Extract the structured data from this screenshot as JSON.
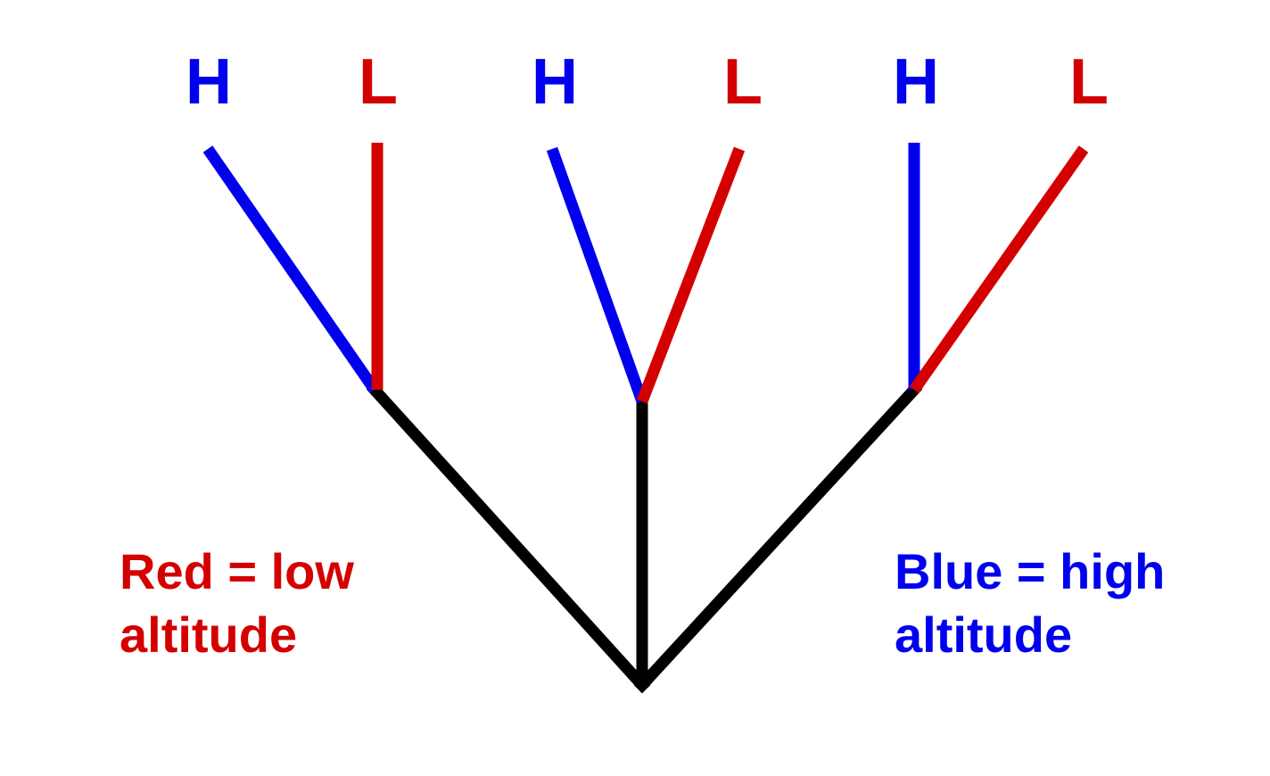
{
  "colors": {
    "high": "#0000ee",
    "low": "#d40000",
    "stem": "#000000",
    "background": "#ffffff"
  },
  "tips": [
    {
      "label": "H",
      "state": "high"
    },
    {
      "label": "L",
      "state": "low"
    },
    {
      "label": "H",
      "state": "high"
    },
    {
      "label": "L",
      "state": "low"
    },
    {
      "label": "H",
      "state": "high"
    },
    {
      "label": "L",
      "state": "low"
    }
  ],
  "legend": {
    "red": {
      "line1": "Red = low",
      "line2": "altitude"
    },
    "blue": {
      "line1": "Blue = high",
      "line2": "altitude"
    }
  }
}
